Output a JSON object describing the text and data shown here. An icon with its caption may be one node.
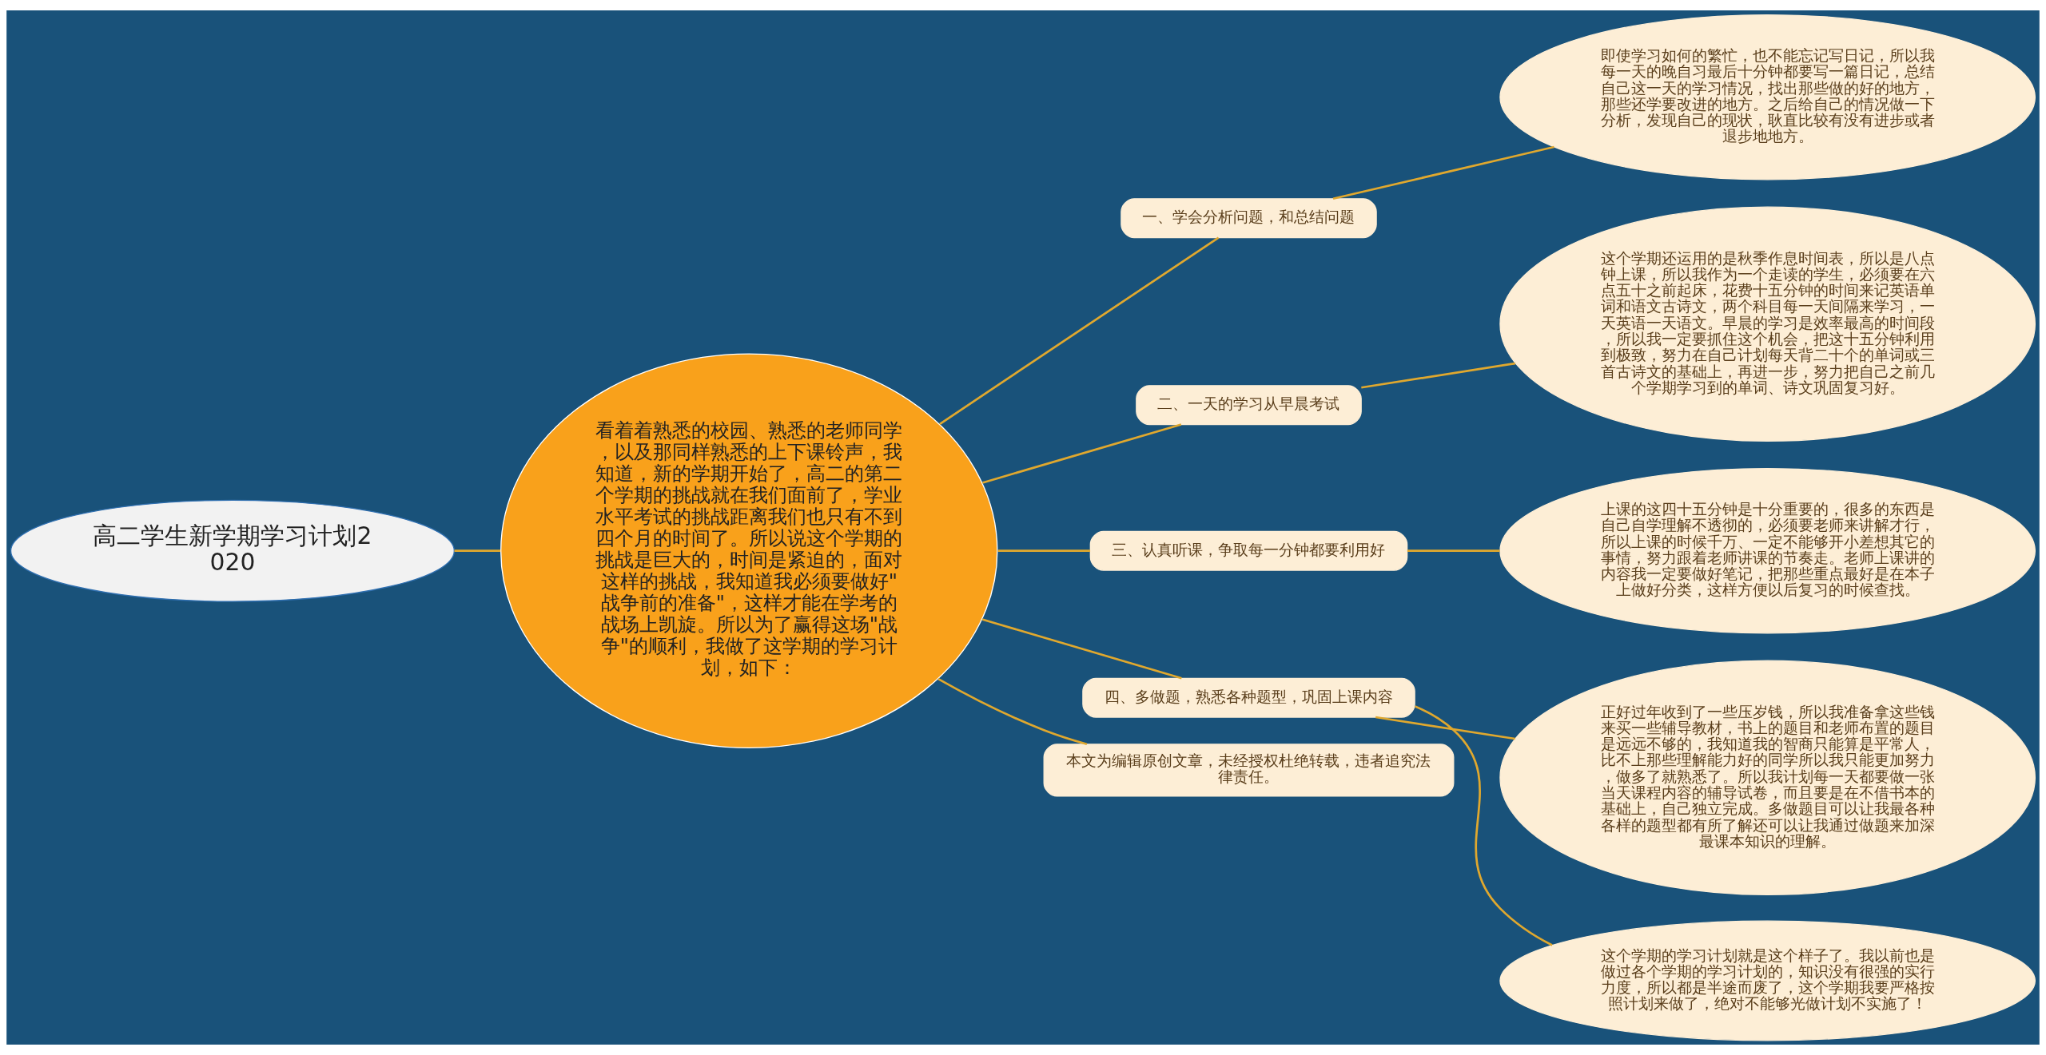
{
  "diagram": {
    "nodes": [
      {
        "text": [
          "高二学生新学期学习计划2020"
        ]
      },
      {
        "text": [
          "看着着熟悉的校园、熟悉的老师同学，以及那同样熟悉的上下课铃声，我知道，新的学期开始了，高二的第二个学期的挑战就在我们面前了，学业水平考试的挑战距离我们也只有不到四个月的时间了。所以说这个学期的挑战是巨大的，时间是紧迫的，面对这样的挑战，我知道我必须要做好\"战争前的准备\"，这样才能在学考的战场上凯旋。所以为了赢得这场\"战争\"的顺利，我做了这学期的学习计划，如下："
        ]
      },
      {
        "text": [
          "一、学会分析问题，和总结问题"
        ]
      },
      {
        "text": [
          "即使学习如何的繁忙，也不能忘记写日记，所以我每一天的晚自习最后十分钟都要写一篇日记，总结自己这一天的学习情况，找出那些做的好的地方，那些还学要改进的地方。之后给自己的情况做一下分析，发现自己的现状，耿直比较有没有进步或者退步地地方。"
        ]
      },
      {
        "text": [
          "二、一天的学习从早晨考试"
        ]
      },
      {
        "text": [
          "这个学期还运用的是秋季作息时间表，所以是八点钟上课，所以我作为一个走读的学生，必须要在六点五十之前起床，花费十五分钟的时间来记英语单词和语文古诗文，两个科目每一天间隔来学习，一天英语一天语文。早晨的学习是效率最高的时间段，所以我一定要抓住这个机会，把这十五分钟利用到极致，努力在自己计划每天背二十个的单词或三首古诗文的基础上，再进一步，努力把自己之前几个学期学习到的单词、诗文巩固复习好。"
        ]
      },
      {
        "text": [
          "三、认真听课，争取每一分钟都要利用好"
        ]
      },
      {
        "text": [
          "上课的这四十五分钟是十分重要的，很多的东西是自己自学理解不透彻的，必须要老师来讲解才行，所以上课的时候千万、一定不能够开小差想其它的事情，努力跟着老师讲课的节奏走。老师上课讲的内容我一定要做好笔记，把那些重点最好是在本子上做好分类，这样方便以后复习的时候查找。"
        ]
      },
      {
        "text": [
          "四、多做题，熟悉各种题型，巩固上课内容"
        ]
      },
      {
        "text": [
          "正好过年收到了一些压岁钱，所以我准备拿这些钱来买一些辅导教材，书上的题目和老师布置的题目是远远不够的，我知道我的智商只能算是平常人，比不上那些理解能力好的同学所以我只能更加努力，做多了就熟悉了。所以我计划每一天都要做一张当天课程内容的辅导试卷，而且要是在不借书本的基础上，自己独立完成。多做题目可以让我最各种各样的题型都有所了解还可以让我通过做题来加深最课本知识的理解。"
        ]
      },
      {
        "text": [
          "这个学期的学习计划就是这个样子了。我以前也是做过各个学期的学习计划的，知识没有很强的实行力度，所以都是半途而废了，这个学期我要严格按照计划来做了，绝对不能够光做计划不实施了！"
        ]
      },
      {
        "text": [
          "本文为编辑原创文章，未经授权杜绝转载，违者追究法律责任。"
        ]
      }
    ],
    "edges": [
      {
        "from": 0,
        "to": 1,
        "arrow": "none"
      },
      {
        "from": 1,
        "to": 2,
        "arrow": "none"
      },
      {
        "from": 2,
        "to": 3,
        "arrow": "none"
      },
      {
        "from": 1,
        "to": 4,
        "arrow": "none"
      },
      {
        "from": 4,
        "to": 5,
        "arrow": "none"
      },
      {
        "from": 1,
        "to": 6,
        "arrow": "none"
      },
      {
        "from": 6,
        "to": 7,
        "arrow": "none"
      },
      {
        "from": 1,
        "to": 8,
        "arrow": "none"
      },
      {
        "from": 8,
        "to": 9,
        "arrow": "none"
      },
      {
        "from": 8,
        "to": 10,
        "arrow": "none"
      },
      {
        "from": 1,
        "to": 11,
        "arrow": "none"
      }
    ]
  }
}
